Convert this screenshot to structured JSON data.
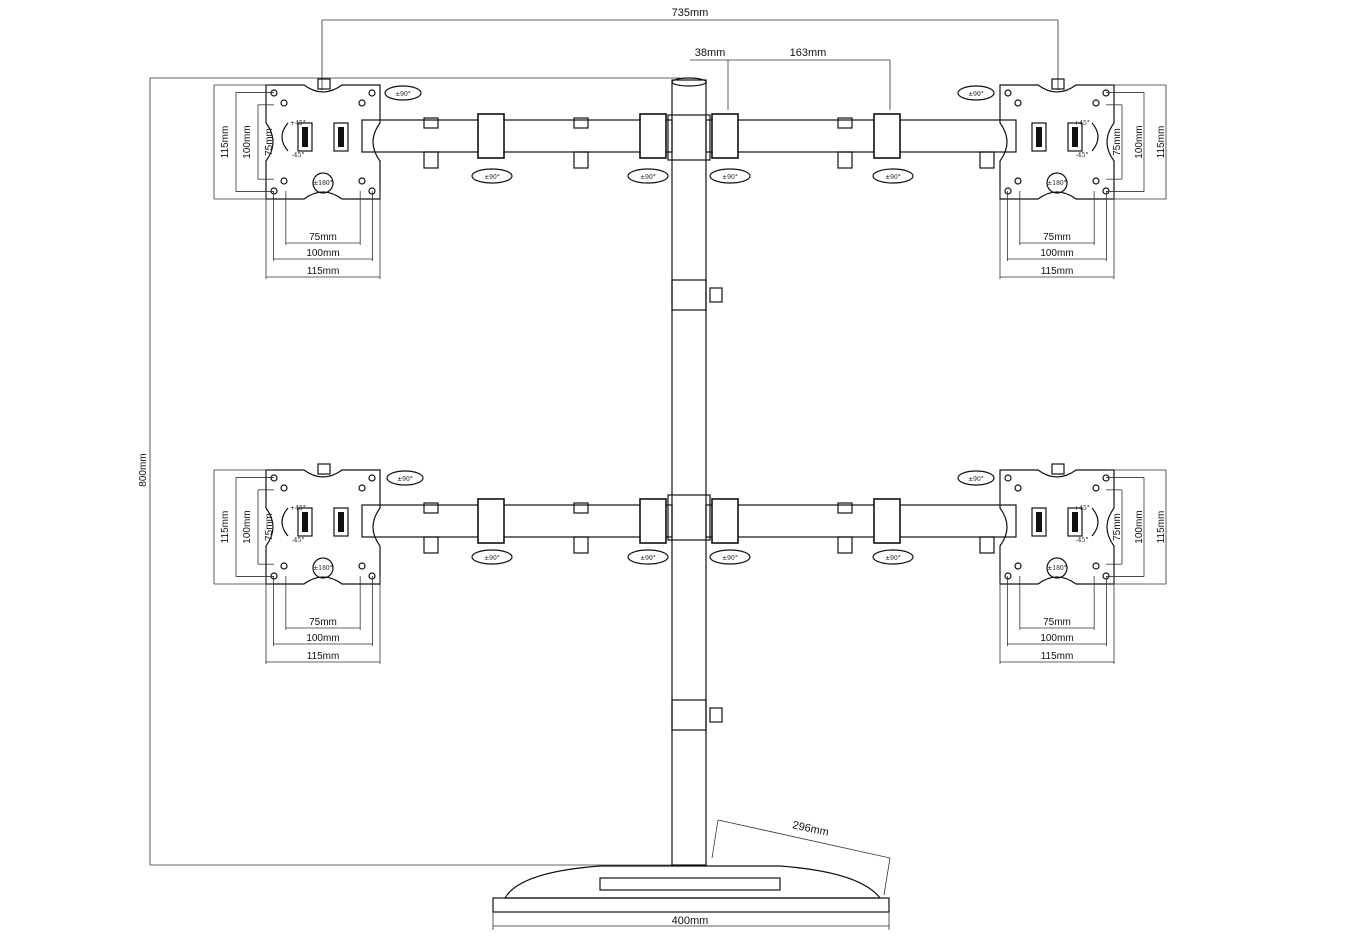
{
  "dimensions": {
    "overall_width": "735mm",
    "arm_offset": "38mm",
    "arm_segment": "163mm",
    "height": "800mm",
    "base_depth": "296mm",
    "base_width": "400mm"
  },
  "vesa_plate": {
    "w75": "75mm",
    "w100": "100mm",
    "w115": "115mm",
    "tilt_up": "+45°",
    "tilt_down": "-45°",
    "rotate": "±180°",
    "swivel": "±90°"
  },
  "swivel_label": "±90°"
}
